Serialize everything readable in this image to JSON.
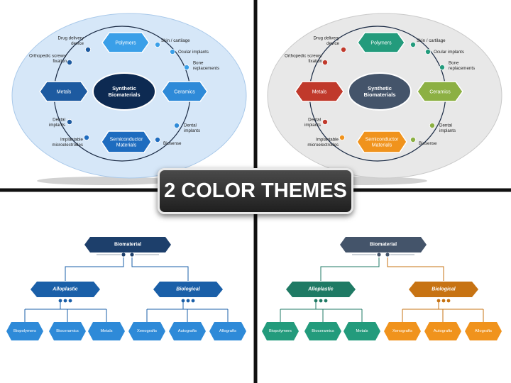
{
  "banner": {
    "text": "2 COLOR THEMES"
  },
  "cycle": {
    "center": "Synthetic\nBiomaterials",
    "nodes": {
      "top": "Polymers",
      "left": "Metals",
      "right": "Ceramics",
      "bottom": "Semiconductor\nMaterials"
    },
    "labels": [
      "Skin / cartilage",
      "Ocular implants",
      "Bone\nreplacements",
      "Dental\nimplants",
      "Biosense",
      "Implantable\nmicroelectrodes",
      "Dental\nimplants",
      "Orthopedic screws/\nfixation",
      "Drug delivery\ndevice"
    ]
  },
  "tree": {
    "root": "Biomaterial",
    "branches": [
      "Alloplastic",
      "Biological"
    ],
    "leaves": [
      [
        "Biopolymers",
        "Bioceramics",
        "Metals"
      ],
      [
        "Xenografts",
        "Autografts",
        "Allografts"
      ]
    ]
  },
  "themes": {
    "blue": {
      "oval": "#d6e7f8",
      "oval_stroke": "#a9c9ea",
      "center": "#0d2a52",
      "top": "#3a9fe8",
      "left": "#1d5aa0",
      "right": "#2e8ad8",
      "bottom": "#1e6cbf",
      "dots": [
        "#3a9fe8",
        "#3a9fe8",
        "#3a9fe8",
        "#2e8ad8",
        "#1e6cbf",
        "#1e6cbf",
        "#1d5aa0",
        "#1d5aa0",
        "#1d5aa0"
      ],
      "tree_root": "#1d3f6b",
      "tree_branches": [
        "#1a5fa8",
        "#1a5fa8"
      ],
      "tree_leaves": [
        "#2e8ad8",
        "#2e8ad8"
      ],
      "tree_lines": [
        "#1a5fa8",
        "#1a5fa8"
      ]
    },
    "multi": {
      "oval": "#e8e8e8",
      "oval_stroke": "#c9c9c9",
      "center": "#44546a",
      "top": "#239b7c",
      "left": "#c0392b",
      "right": "#8cb043",
      "bottom": "#f0931d",
      "dots": [
        "#239b7c",
        "#239b7c",
        "#239b7c",
        "#8cb043",
        "#8cb043",
        "#f0931d",
        "#c0392b",
        "#c0392b",
        "#c0392b"
      ],
      "tree_root": "#44546a",
      "tree_branches": [
        "#1f7a64",
        "#c77313"
      ],
      "tree_leaves": [
        "#239b7c",
        "#f0931d"
      ],
      "tree_lines": [
        "#1f7a64",
        "#c77313"
      ]
    }
  }
}
